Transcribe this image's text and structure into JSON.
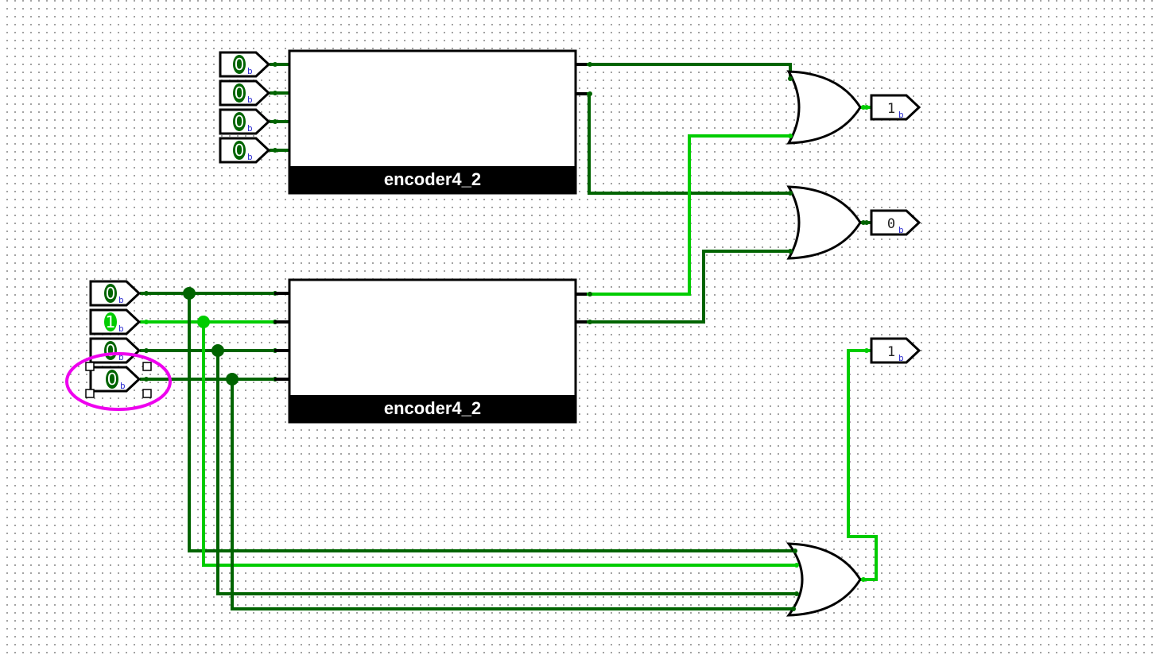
{
  "colors": {
    "wire_low": "#006400",
    "wire_high": "#00cc00",
    "outline": "#000000",
    "selection": "#ee00ee"
  },
  "components": {
    "encoder_top": {
      "label": "encoder4_2"
    },
    "encoder_bottom": {
      "label": "encoder4_2"
    }
  },
  "inputs_top": [
    {
      "value": "0",
      "unit": "b"
    },
    {
      "value": "0",
      "unit": "b"
    },
    {
      "value": "0",
      "unit": "b"
    },
    {
      "value": "0",
      "unit": "b"
    }
  ],
  "inputs_bottom": [
    {
      "value": "0",
      "unit": "b"
    },
    {
      "value": "1",
      "unit": "b"
    },
    {
      "value": "0",
      "unit": "b"
    },
    {
      "value": "0",
      "unit": "b"
    }
  ],
  "outputs": [
    {
      "value": "1",
      "unit": "b"
    },
    {
      "value": "0",
      "unit": "b"
    },
    {
      "value": "1",
      "unit": "b"
    }
  ]
}
